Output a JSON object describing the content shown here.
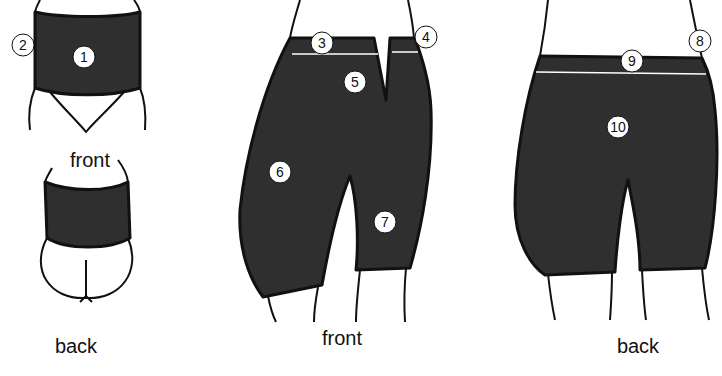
{
  "diagram": {
    "labels": [
      "2",
      "1",
      "front",
      "back",
      "3",
      "4",
      "5",
      "6",
      "7",
      "front",
      "9",
      "8",
      "10",
      "back"
    ]
  }
}
